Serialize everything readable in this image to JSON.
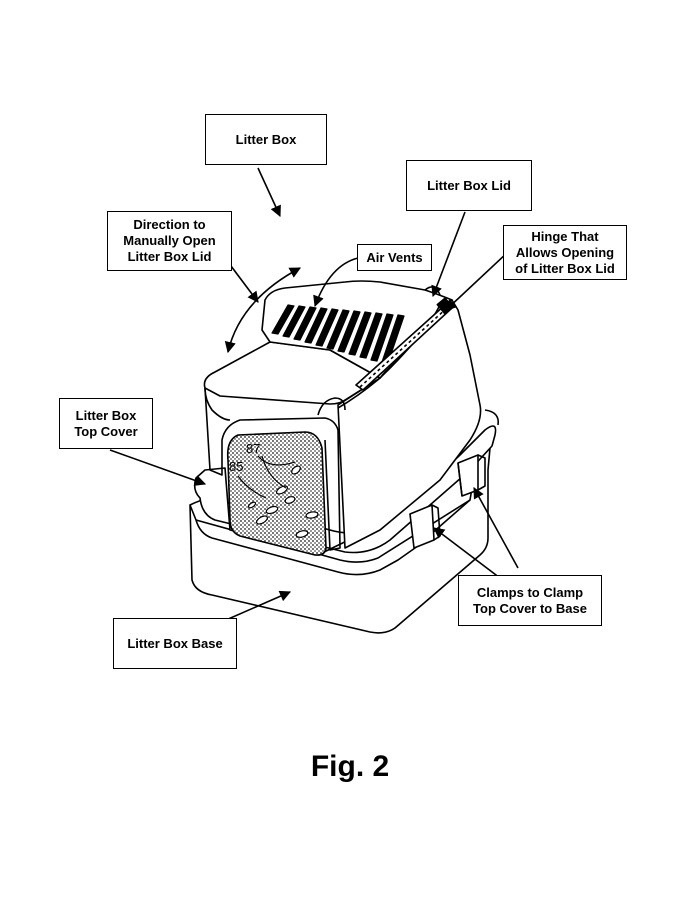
{
  "labels": {
    "litter_box": "Litter Box",
    "litter_box_lid": "Litter Box Lid",
    "direction_to_open": "Direction to\nManually Open\nLitter Box Lid",
    "air_vents": "Air Vents",
    "hinge": "Hinge That\nAllows Opening\nof Litter Box Lid",
    "top_cover": "Litter Box\nTop Cover",
    "clamps": "Clamps to Clamp\nTop Cover to Base",
    "base": "Litter Box Base"
  },
  "reference_numerals": {
    "ref_87": "87",
    "ref_85": "85"
  },
  "caption": "Fig. 2",
  "colors": {
    "line": "#000000",
    "background": "#ffffff",
    "screen": "#8a8a8a"
  }
}
